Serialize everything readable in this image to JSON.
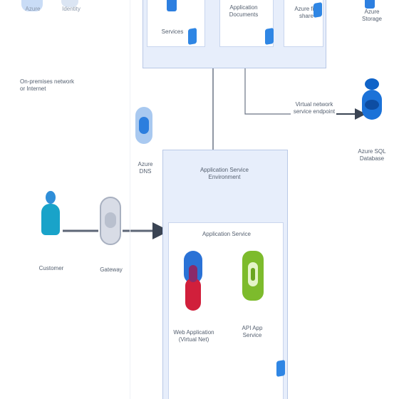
{
  "nodes": {
    "top_left_a": "Azure",
    "top_left_b": "Identity",
    "top_group_1": "Services",
    "top_group_2": "Application\nDocuments",
    "top_group_3": "Azure file\nshare",
    "top_right": "Azure\nStorage",
    "note_left": "On-premises network\nor Internet",
    "sqs_note": "Virtual network\nservice endpoint",
    "sql": "Azure SQL\nDatabase",
    "dns": "Azure\nDNS",
    "customer": "Customer",
    "gateway": "Gateway",
    "ase_title": "Application Service\nEnvironment",
    "app_service": "Application Service",
    "web_app": "Web Application\n(Virtual Net)",
    "api_app": "API App\nService"
  },
  "colors": {
    "accent": "#1e73d8",
    "group_fill": "#e7eefb",
    "connector": "#6b7585"
  },
  "icons": {
    "customer": "user-icon",
    "gateway": "gateway-icon",
    "dns": "dns-icon",
    "sql": "sql-database-icon",
    "web_app": "web-app-icon",
    "api_app": "api-app-icon"
  }
}
